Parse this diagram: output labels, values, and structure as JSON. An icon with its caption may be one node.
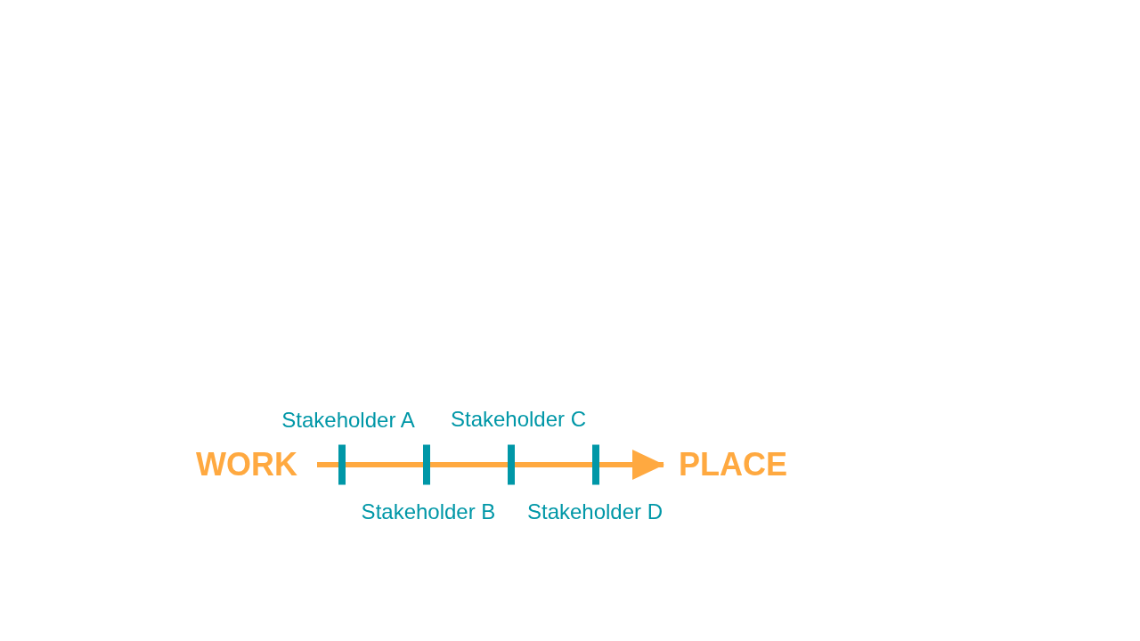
{
  "diagram": {
    "nodes": [
      {
        "text": [
          "WORK"
        ]
      },
      {
        "text": [],
        "shape": "bar",
        "beside": [
          "Stakeholder A"
        ]
      },
      {
        "text": [],
        "shape": "bar",
        "beside": [
          "Stakeholder B"
        ]
      },
      {
        "text": [],
        "shape": "bar",
        "beside": [
          "Stakeholder C"
        ]
      },
      {
        "text": [],
        "shape": "bar",
        "beside": [
          "Stakeholder D"
        ]
      },
      {
        "text": [
          "PLACE"
        ]
      }
    ],
    "edges": [
      {
        "from": 0,
        "to": 1,
        "arrow": "none"
      },
      {
        "from": 1,
        "to": 2,
        "arrow": "none"
      },
      {
        "from": 2,
        "to": 3,
        "arrow": "none"
      },
      {
        "from": 3,
        "to": 4,
        "arrow": "none"
      },
      {
        "from": 4,
        "to": 5,
        "arrow": "to"
      }
    ]
  }
}
